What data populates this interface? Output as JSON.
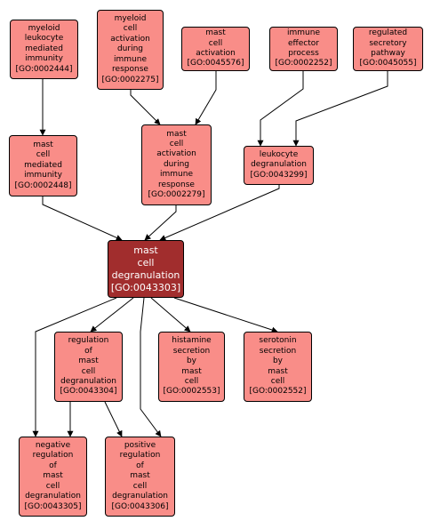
{
  "colors": {
    "node_fill": "#f98d88",
    "focus_fill": "#a12d2d",
    "edge": "#000000"
  },
  "nodes": [
    {
      "id": "GO:0002444",
      "lines": [
        "myeloid",
        "leukocyte",
        "mediated",
        "immunity",
        "[GO:0002444]"
      ]
    },
    {
      "id": "GO:0002275",
      "lines": [
        "myeloid",
        "cell",
        "activation",
        "during",
        "immune",
        "response",
        "[GO:0002275]"
      ]
    },
    {
      "id": "GO:0045576",
      "lines": [
        "mast",
        "cell",
        "activation",
        "[GO:0045576]"
      ]
    },
    {
      "id": "GO:0002252",
      "lines": [
        "immune",
        "effector",
        "process",
        "[GO:0002252]"
      ]
    },
    {
      "id": "GO:0045055",
      "lines": [
        "regulated",
        "secretory",
        "pathway",
        "[GO:0045055]"
      ]
    },
    {
      "id": "GO:0002448",
      "lines": [
        "mast",
        "cell",
        "mediated",
        "immunity",
        "[GO:0002448]"
      ]
    },
    {
      "id": "GO:0002279",
      "lines": [
        "mast",
        "cell",
        "activation",
        "during",
        "immune",
        "response",
        "[GO:0002279]"
      ]
    },
    {
      "id": "GO:0043299",
      "lines": [
        "leukocyte",
        "degranulation",
        "[GO:0043299]"
      ]
    },
    {
      "id": "GO:0043303",
      "lines": [
        "mast",
        "cell",
        "degranulation",
        "[GO:0043303]"
      ],
      "focus": true
    },
    {
      "id": "GO:0043304",
      "lines": [
        "regulation",
        "of",
        "mast",
        "cell",
        "degranulation",
        "[GO:0043304]"
      ]
    },
    {
      "id": "GO:0002553",
      "lines": [
        "histamine",
        "secretion",
        "by",
        "mast",
        "cell",
        "[GO:0002553]"
      ]
    },
    {
      "id": "GO:0002552",
      "lines": [
        "serotonin",
        "secretion",
        "by",
        "mast",
        "cell",
        "[GO:0002552]"
      ]
    },
    {
      "id": "GO:0043305",
      "lines": [
        "negative",
        "regulation",
        "of",
        "mast",
        "cell",
        "degranulation",
        "[GO:0043305]"
      ]
    },
    {
      "id": "GO:0043306",
      "lines": [
        "positive",
        "regulation",
        "of",
        "mast",
        "cell",
        "degranulation",
        "[GO:0043306]"
      ]
    }
  ],
  "edges": [
    {
      "from": "GO:0002444",
      "to": "GO:0002448"
    },
    {
      "from": "GO:0002275",
      "to": "GO:0002279"
    },
    {
      "from": "GO:0045576",
      "to": "GO:0002279"
    },
    {
      "from": "GO:0002252",
      "to": "GO:0043299"
    },
    {
      "from": "GO:0045055",
      "to": "GO:0043299"
    },
    {
      "from": "GO:0002448",
      "to": "GO:0043303"
    },
    {
      "from": "GO:0002279",
      "to": "GO:0043303"
    },
    {
      "from": "GO:0043299",
      "to": "GO:0043303"
    },
    {
      "from": "GO:0043303",
      "to": "GO:0043304"
    },
    {
      "from": "GO:0043303",
      "to": "GO:0002553"
    },
    {
      "from": "GO:0043303",
      "to": "GO:0002552"
    },
    {
      "from": "GO:0043303",
      "to": "GO:0043305"
    },
    {
      "from": "GO:0043303",
      "to": "GO:0043306"
    },
    {
      "from": "GO:0043304",
      "to": "GO:0043305"
    },
    {
      "from": "GO:0043304",
      "to": "GO:0043306"
    }
  ]
}
